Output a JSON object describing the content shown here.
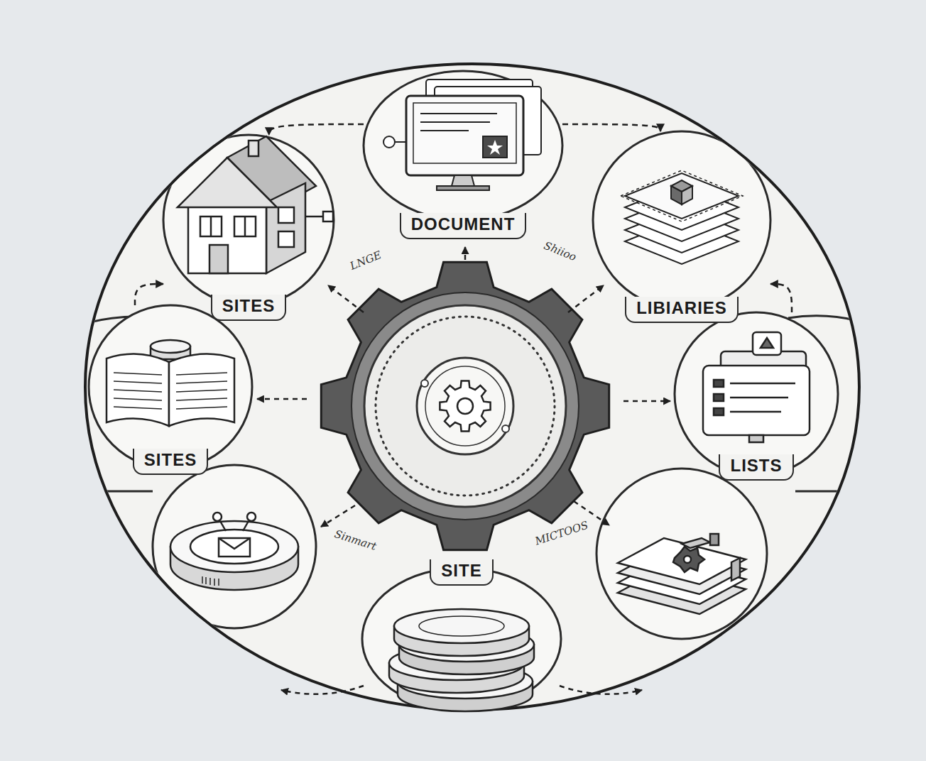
{
  "diagram": {
    "nodes": [
      {
        "text": [
          "DOCUMENT"
        ]
      },
      {
        "text": [
          "SITES"
        ]
      },
      {
        "text": [
          "LIBIARIES"
        ]
      },
      {
        "text": [
          "SITES"
        ]
      },
      {
        "text": [
          "LISTS"
        ]
      },
      {
        "text": [
          "SITE"
        ]
      }
    ],
    "edges": [
      {
        "from": 0,
        "to": 1,
        "arrow": "to"
      },
      {
        "from": 0,
        "to": 2,
        "arrow": "to"
      },
      {
        "from": 3,
        "to": 1,
        "arrow": "to"
      },
      {
        "from": 4,
        "to": 2,
        "arrow": "to"
      }
    ],
    "labels": [
      "LNGE",
      "Shiioo",
      "Sinmart",
      "MICTOOS"
    ]
  }
}
